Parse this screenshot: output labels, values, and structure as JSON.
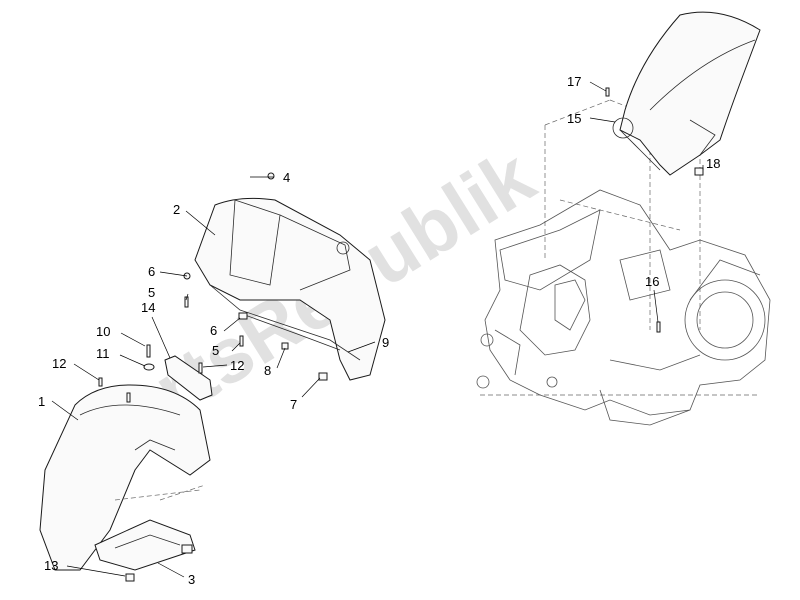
{
  "watermark": "PartsRepublik",
  "callouts": [
    {
      "id": "c1",
      "text": "1"
    },
    {
      "id": "c2",
      "text": "2"
    },
    {
      "id": "c3",
      "text": "3"
    },
    {
      "id": "c4",
      "text": "4"
    },
    {
      "id": "c5a",
      "text": "5"
    },
    {
      "id": "c5b",
      "text": "5"
    },
    {
      "id": "c6a",
      "text": "6"
    },
    {
      "id": "c6b",
      "text": "6"
    },
    {
      "id": "c7",
      "text": "7"
    },
    {
      "id": "c8",
      "text": "8"
    },
    {
      "id": "c9",
      "text": "9"
    },
    {
      "id": "c10",
      "text": "10"
    },
    {
      "id": "c11",
      "text": "11"
    },
    {
      "id": "c12a",
      "text": "12"
    },
    {
      "id": "c12b",
      "text": "12"
    },
    {
      "id": "c13",
      "text": "13"
    },
    {
      "id": "c14",
      "text": "14"
    },
    {
      "id": "c15",
      "text": "15"
    },
    {
      "id": "c16",
      "text": "16"
    },
    {
      "id": "c17",
      "text": "17"
    },
    {
      "id": "c18",
      "text": "18"
    }
  ]
}
